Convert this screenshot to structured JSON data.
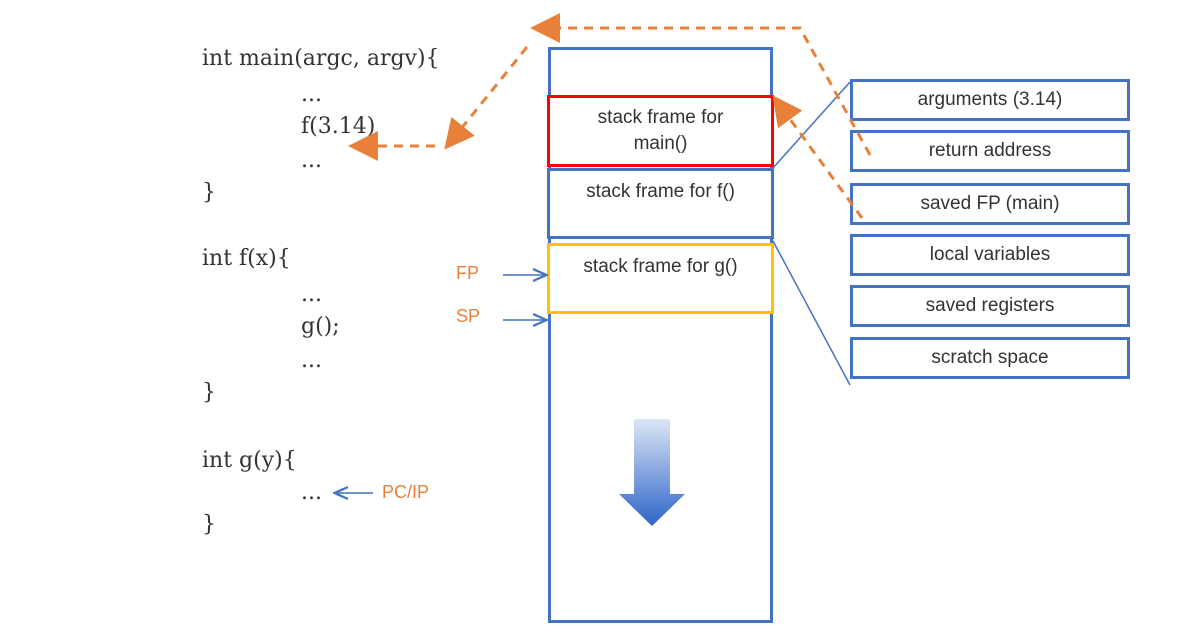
{
  "code": {
    "main_sig": "int main(argc, argv){",
    "main_l1": "...",
    "main_call": "f(3.14)",
    "main_l3": "...",
    "main_close": "}",
    "f_sig": "int f(x){",
    "f_l1": "...",
    "f_call": "g();",
    "f_l3": "...",
    "f_close": "}",
    "g_sig": "int g(y){",
    "g_l1": "...",
    "g_close": "}"
  },
  "pointers": {
    "fp": "FP",
    "sp": "SP",
    "pc": "PC/IP"
  },
  "stack": {
    "frame_main": "stack frame for\nmain()",
    "frame_f": "stack frame for f()",
    "frame_g": "stack frame for g()"
  },
  "frame_detail": [
    "arguments (3.14)",
    "return address",
    "saved FP (main)",
    "local variables",
    "saved registers",
    "scratch space"
  ],
  "colors": {
    "stack_border": "#4472C4",
    "main_frame": "#FF0000",
    "g_frame": "#FFC000",
    "arrow_orange": "#E8803A"
  },
  "icons": {
    "growth_arrow": "down-arrow-icon"
  }
}
